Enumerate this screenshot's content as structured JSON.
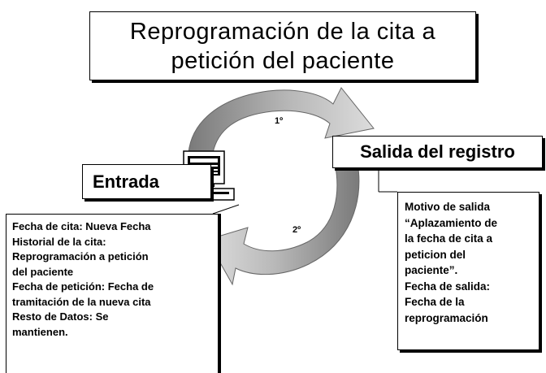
{
  "title": {
    "line1": "Reprogramación de la cita  a",
    "line2": "petición del paciente"
  },
  "salida": {
    "label": "Salida del registro"
  },
  "entrada": {
    "label": "Entrada"
  },
  "arrows": {
    "first_label": "1º",
    "second_label": "2º"
  },
  "note_left": {
    "lines": [
      "Fecha de cita: Nueva Fecha",
      "Historial de la cita:",
      "Reprogramación a petición",
      "del paciente",
      "Fecha de petición: Fecha de",
      "tramitación de la nueva cita",
      "Resto de Datos: Se",
      "mantienen."
    ]
  },
  "note_right": {
    "lines": [
      "Motivo de salida",
      "“Aplazamiento de",
      "la fecha de cita a",
      "peticion del",
      "paciente”.",
      "Fecha de salida:",
      "Fecha de la",
      "reprogramación"
    ]
  },
  "colors": {
    "arrow_light": "#d9d9d9",
    "arrow_dark": "#7a7a7a",
    "text": "#000000",
    "box_border": "#000000"
  }
}
